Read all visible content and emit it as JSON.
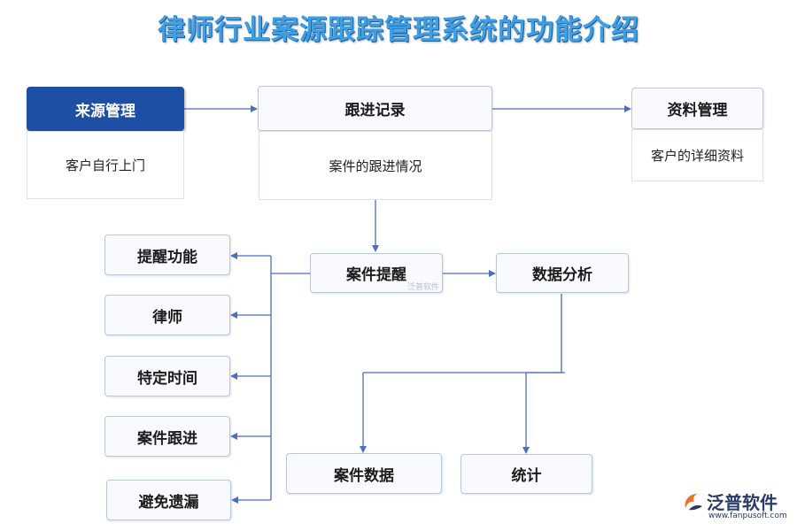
{
  "title": "律师行业案源跟踪管理系统的功能介绍",
  "nodes": {
    "source_mgmt": {
      "label": "来源管理",
      "desc": "客户自行上门"
    },
    "follow_record": {
      "label": "跟进记录",
      "desc": "案件的跟进情况"
    },
    "info_mgmt": {
      "label": "资料管理",
      "desc": "客户的详细资料"
    },
    "case_reminder": {
      "label": "案件提醒"
    },
    "data_analysis": {
      "label": "数据分析"
    },
    "reminder_func": {
      "label": "提醒功能"
    },
    "lawyer": {
      "label": "律师"
    },
    "specific_time": {
      "label": "特定时间"
    },
    "case_follow": {
      "label": "案件跟进"
    },
    "avoid_omission": {
      "label": "避免遗漏"
    },
    "case_data": {
      "label": "案件数据"
    },
    "statistics": {
      "label": "统计"
    }
  },
  "watermark": "泛普软件",
  "logo": {
    "name": "泛普软件",
    "url": "www.fanpusoft.com"
  },
  "colors": {
    "title": "#3f9fe0",
    "accent": "#1d4fa5",
    "line": "#4a6fc2"
  }
}
